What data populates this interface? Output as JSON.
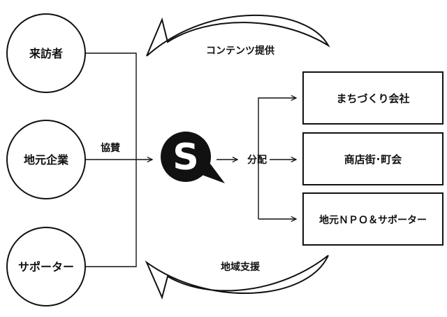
{
  "sources": [
    {
      "label": "来訪者"
    },
    {
      "label": "地元企業"
    },
    {
      "label": "サポーター"
    }
  ],
  "sponsorship_label": "協賛",
  "hub_logo": {
    "icon": "speech-bubble-s-logo",
    "letter": "S"
  },
  "distribution_label": "分配",
  "recipients": [
    {
      "label": "まちづくり会社"
    },
    {
      "label": "商店街･町会"
    },
    {
      "label": "地元ＮＰＯ＆サポーター"
    }
  ],
  "top_flow_label": "コンテンツ提供",
  "bottom_flow_label": "地域支援",
  "colors": {
    "stroke": "#111111",
    "background": "#ffffff"
  }
}
